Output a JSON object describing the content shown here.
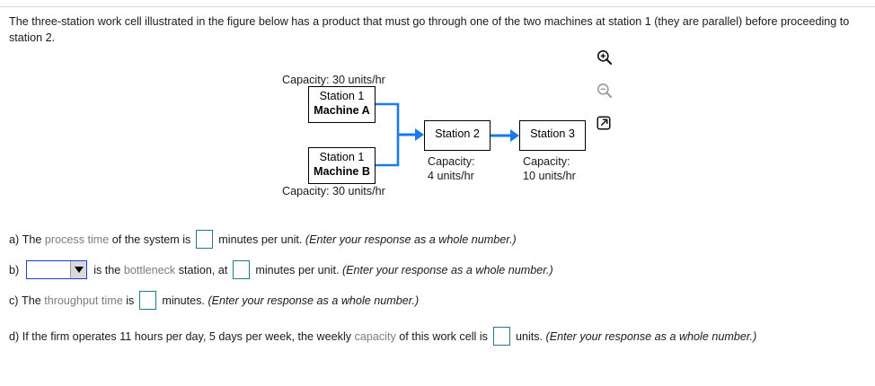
{
  "stem": {
    "text": "The three-station work cell illustrated in the figure below has a product that must go through one of the two machines at station 1 (they are parallel) before proceeding to station 2."
  },
  "figure": {
    "capacity_top": "Capacity: 30 units/hr",
    "capacity_bottom": "Capacity: 30 units/hr",
    "machine_a": {
      "line1": "Station 1",
      "line2": "Machine A"
    },
    "machine_b": {
      "line1": "Station 1",
      "line2": "Machine B"
    },
    "station2": {
      "label": "Station 2",
      "capacity_line1": "Capacity:",
      "capacity_line2": "4 units/hr"
    },
    "station3": {
      "label": "Station 3",
      "capacity_line1": "Capacity:",
      "capacity_line2": "10 units/hr"
    },
    "arrow_color": "#1a7ae8",
    "box_border_color": "#000000"
  },
  "icon_rail": {
    "zoom_in": "zoom-in-icon",
    "zoom_out": "zoom-out-icon",
    "popout": "open-in-new-window-icon"
  },
  "answers": {
    "a": {
      "marker": "a)",
      "pre": "The",
      "link": "process time",
      "mid": "of the system is",
      "post": "minutes per unit.",
      "hint": "(Enter your response as a whole number.)",
      "blank_value": ""
    },
    "b": {
      "marker": "b)",
      "dropdown_value": "",
      "mid1": "is the",
      "link": "bottleneck",
      "mid2": "station, at",
      "post": "minutes per unit.",
      "hint": "(Enter your response as a whole number.)",
      "blank_value": ""
    },
    "c": {
      "marker": "c)",
      "pre": "The",
      "link": "throughput time",
      "mid": "is",
      "post": "minutes.",
      "hint": "(Enter your response as a whole number.)",
      "blank_value": ""
    },
    "d": {
      "marker": "d)",
      "pre": "If the firm operates 11 hours per day, 5 days per week, the weekly",
      "link": "capacity",
      "mid": "of this work cell is",
      "post": "units.",
      "hint": "(Enter your response as a whole number.)",
      "blank_value": ""
    }
  },
  "colors": {
    "link_gray": "#7d7d7d",
    "blank_border": "#1f7a8c",
    "dropdown_border": "#1a3fd0",
    "arrow_blue": "#1a7ae8"
  }
}
